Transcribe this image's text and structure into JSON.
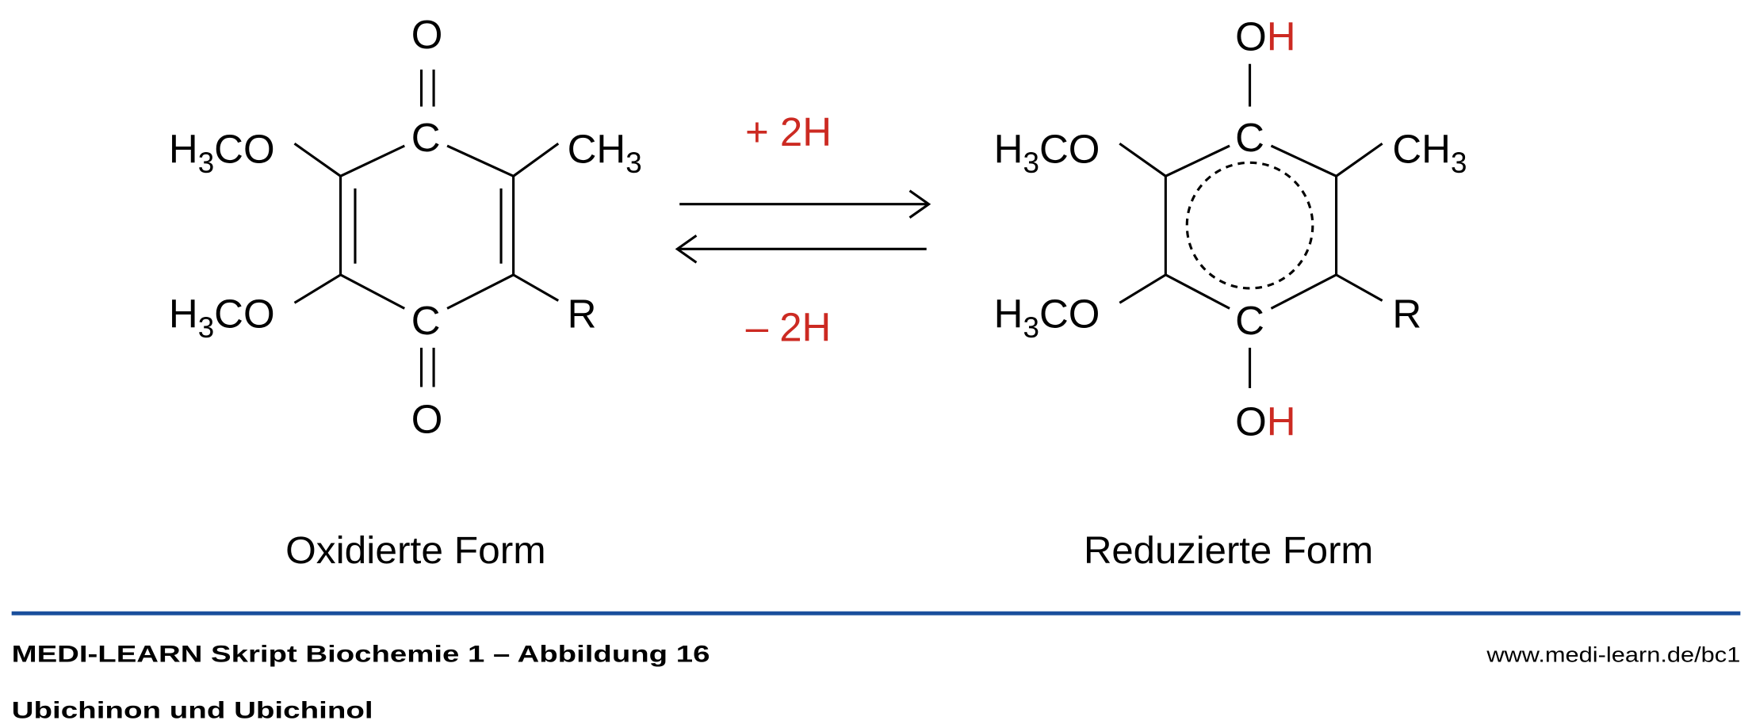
{
  "colors": {
    "accent_red": "#cc2a22",
    "rule_blue": "#1a4f9c",
    "text": "#000000"
  },
  "oxidized": {
    "top_o": "O",
    "bottom_o": "O",
    "carbon_top": "C",
    "carbon_bottom": "C",
    "methoxy_top": {
      "h": "H",
      "n": "3",
      "rest": "CO"
    },
    "methoxy_bottom": {
      "h": "H",
      "n": "3",
      "rest": "CO"
    },
    "methyl": {
      "c": "CH",
      "n": "3"
    },
    "r_group": "R",
    "caption": "Oxidierte Form"
  },
  "reaction": {
    "forward_label": "+ 2H",
    "backward_label": "– 2H"
  },
  "reduced": {
    "top_oh": {
      "o": "O",
      "h": "H"
    },
    "bottom_oh": {
      "o": "O",
      "h": "H"
    },
    "carbon_top": "C",
    "carbon_bottom": "C",
    "methoxy_top": {
      "h": "H",
      "n": "3",
      "rest": "CO"
    },
    "methoxy_bottom": {
      "h": "H",
      "n": "3",
      "rest": "CO"
    },
    "methyl": {
      "c": "CH",
      "n": "3"
    },
    "r_group": "R",
    "caption": "Reduzierte Form"
  },
  "footer": {
    "source": "MEDI-LEARN Skript Biochemie 1 – Abbildung 16",
    "title": "Ubichinon und Ubichinol",
    "url": "www.medi-learn.de/bc1"
  }
}
